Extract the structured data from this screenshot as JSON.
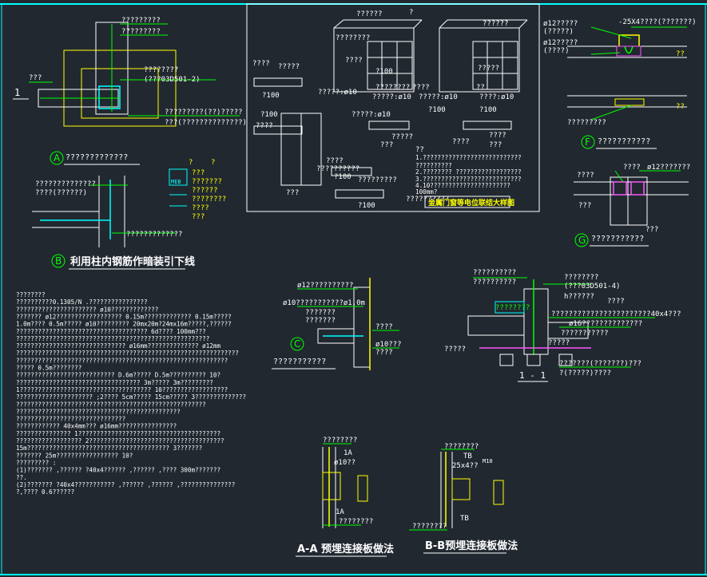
{
  "colors": {
    "background": "#212830",
    "frame": "#00ffff",
    "structure": "#ffffff",
    "annotation": "#00ff00",
    "dimension": "#ffff00",
    "highlight": "#ff55ff"
  },
  "detailA": {
    "marker": "A",
    "title": "?????????????",
    "labels": [
      "?????????",
      "?????????",
      "???",
      "1",
      "????????",
      "(???03D501-2)",
      "?????????(??)?????",
      "???(??????????????)"
    ]
  },
  "detailB": {
    "marker": "B",
    "title": "利用柱内钢筋作暗装引下线",
    "labels": [
      "??????????????",
      "????(??????)",
      "?????????????"
    ],
    "legend": [
      "?",
      "?",
      "???",
      "???????",
      "??????",
      "????????",
      "????",
      "???"
    ]
  },
  "doorDetail": {
    "title": "金属门窗等电位联结大样图",
    "labels": [
      "??????",
      "?",
      "????????",
      "??????",
      "?????",
      "?????",
      "?????:ø10",
      "?????:ø10",
      "?????:ø10",
      "????:ø10",
      "?????:ø10",
      "?100",
      "?100",
      "?100",
      "?100",
      "?100",
      "?100",
      "?100",
      "????",
      "????",
      "???",
      "???",
      "???",
      "?????",
      "????",
      "????",
      "?????????",
      "??????????",
      "????",
      "????????",
      "????",
      "????",
      "??",
      "??????????"
    ],
    "notes": [
      "??",
      "1.???????????????????????????",
      "??????????",
      "2.????????     ??????????????????",
      "3.???????????????????????????",
      "4.10??????????????????????",
      "100mm?"
    ]
  },
  "detailF": {
    "marker": "F",
    "title": "???????????",
    "labels": [
      "ø12?????",
      "(?????)",
      "ø12?????",
      "(????)",
      "-25X4????(???????)",
      "??",
      "??",
      "?????????"
    ]
  },
  "detailG": {
    "marker": "G",
    "title": "???????????",
    "labels": [
      "????",
      "ø12???????",
      "????",
      "???",
      "???"
    ]
  },
  "detailC": {
    "marker": "C",
    "title": "???????????",
    "labels": [
      "ø12??????????",
      "ø10???????????ø1.0m",
      "???????",
      "???????",
      "????",
      "ø10???",
      "????"
    ]
  },
  "section11": {
    "title": "1 - 1",
    "labels": [
      "??????????",
      "??????????",
      "????????",
      "(???03D501-4)",
      "h??????",
      "????",
      "????????",
      "?????",
      "???????????????????????40x4???",
      "ø16??????????????",
      "???????????",
      "?????",
      "???????(???????)???",
      "?(?????)????"
    ]
  },
  "sectionAA": {
    "title": "A-A  预埋连接板做法",
    "labels": [
      "????????",
      "1A",
      "ø10??",
      "1A",
      "????????"
    ]
  },
  "sectionBB": {
    "title": "B-B预埋连接板做法",
    "labels": [
      "????????",
      "TB",
      "25x4??",
      "M10",
      "TB",
      "????????"
    ]
  },
  "notesBlock": {
    "lines": [
      "????????",
      "??????????0.1305/N  .????????????????",
      "??????????????????????        ø10?????????????",
      "???????  ø12??????????????????   0.15m?????????????   0.15m?????",
      "1.0m???? 0.5m????? ø10????????? 20mx20m?24mx16m?????,??????",
      "????????????????????????????????????   6d???? 100mm???",
      "?????????????????????????????????????????????????????",
      "??????????????????????????????         ø16mm??????????????   ø12mm",
      "?????????????????????????????????????????????????????????????",
      "??????????????????????????????????????????????????????????",
      "????? 0.5m????????",
      "???????????????????????????             D.6m????? D.5m?????????? 10?",
      "??????????????????????????????????      3m????? 3m?????????",
      "1????????????????????????????????????            10??????????????????",
      "?????????????????????    ;2???? 5cm????? 15cm????? 3??????????????",
      "????????????????????????????????????????????????????",
      "?????????????????????????????????????????????",
      "??????????????????????????????",
      "????????????        40x4mm??? ø16mm????????????????",
      "???????????????      1???????????????????????????????????????",
      "??????????????????   2?????????????????????????????????????",
      "15m???????????????????????????????????????                 3???????",
      "???????  25m?????????????????     10?",
      "?????????  :",
      "(1)???????  ,??????  ?40x4??????  ,??????  ,???? 300m???????",
      "??.",
      "(2)???????  ?40x4???????????  ,??????  ,??????  ,???????????????",
      "?,????  0.6??????"
    ]
  }
}
